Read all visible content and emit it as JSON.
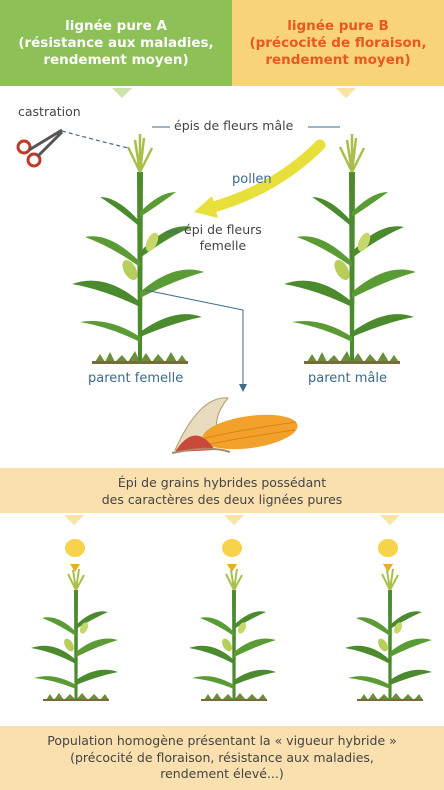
{
  "line_a": {
    "title": "lignée pure A",
    "line2": "(résistance aux maladies,",
    "line3": "rendement moyen)"
  },
  "line_b": {
    "title": "lignée pure B",
    "line2": "(précocité de floraison,",
    "line3": "rendement moyen)"
  },
  "labels": {
    "castration": "castration",
    "male_spikes": "épis de fleurs mâle",
    "pollen": "pollen",
    "female_spike_1": "épi de fleurs",
    "female_spike_2": "femelle",
    "female_parent": "parent femelle",
    "male_parent": "parent mâle"
  },
  "hybrid_box": {
    "line1": "Épi de grains hybrides possédant",
    "line2": "des caractères des deux lignées pures"
  },
  "result_box": {
    "line1": "Population homogène présentant la « vigueur hybride »",
    "line2": "(précocité de floraison, résistance aux maladies,",
    "line3": "rendement élevé...)"
  },
  "colors": {
    "line_a": "#8dc056",
    "line_b": "#f9d37a",
    "info_box": "#f9e0ae",
    "pollen_arrow": "#e8e03a",
    "plant": "#4c8a2e"
  }
}
